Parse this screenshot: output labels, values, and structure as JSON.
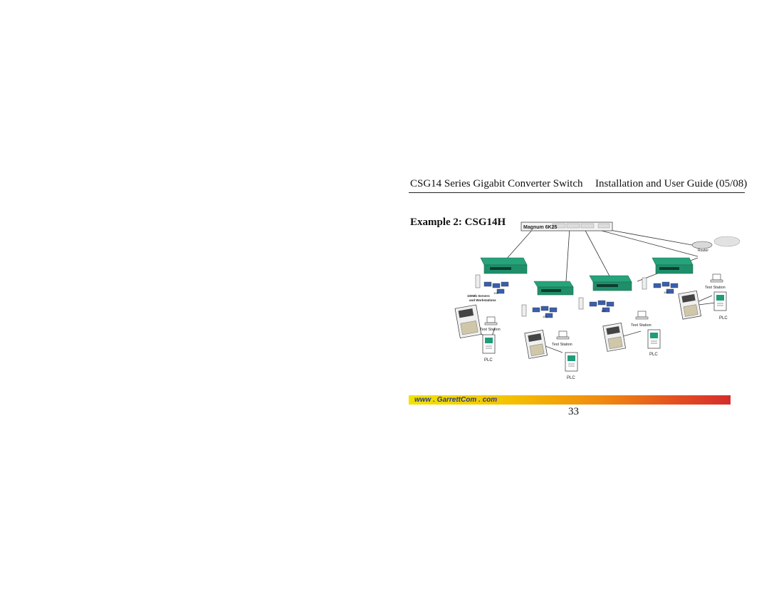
{
  "header": {
    "left": "CSG14 Series Gigabit Converter Switch",
    "right": "Installation and User Guide (05/08)"
  },
  "section_title": "Example 2: CSG14H",
  "diagram": {
    "core_switch_label": "Magnum 6K25",
    "router_label": "Router",
    "servers_label_line1": "100Mb Servers",
    "servers_label_line2": "and Workstations",
    "port_label": "100",
    "test_station_label": "Test Station",
    "plc_label": "PLC"
  },
  "footer": {
    "url": "www . GarrettCom . com"
  },
  "page_number": "33"
}
